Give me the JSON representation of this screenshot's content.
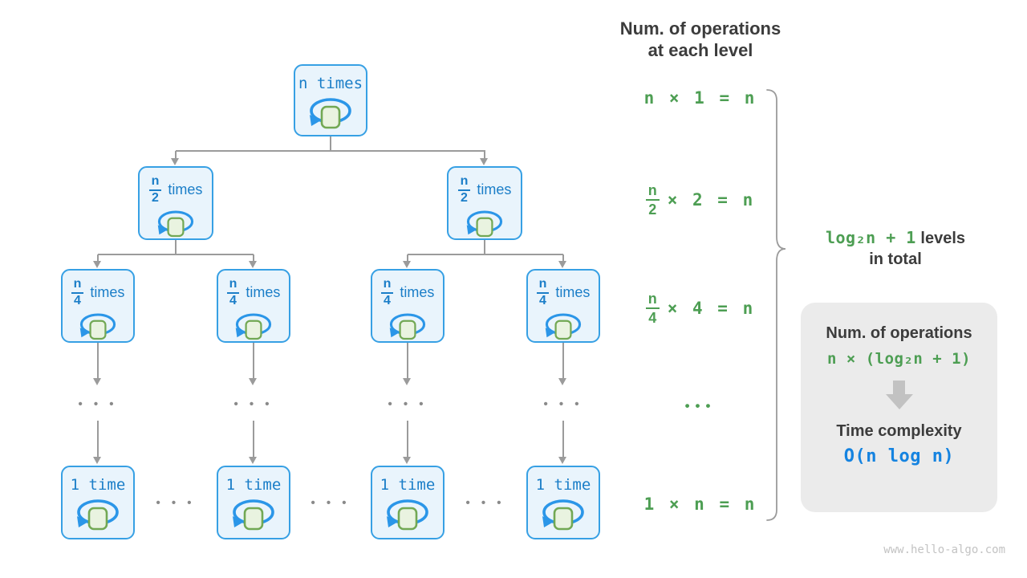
{
  "header": {
    "line1": "Num. of operations",
    "line2": "at each level"
  },
  "tree": {
    "root": {
      "label": "n times"
    },
    "half": {
      "num": "n",
      "den": "2",
      "suffix": "times"
    },
    "quarter": {
      "num": "n",
      "den": "4",
      "suffix": "times"
    },
    "leaf": {
      "label": "1 time"
    },
    "dots": "• • •"
  },
  "levels": [
    {
      "kind": "plain",
      "text": "n × 1 = n"
    },
    {
      "kind": "frac",
      "num": "n",
      "den": "2",
      "rest": "× 2 = n"
    },
    {
      "kind": "frac",
      "num": "n",
      "den": "4",
      "rest": "× 4 = n"
    },
    {
      "kind": "dots",
      "text": "•••"
    },
    {
      "kind": "plain",
      "text": "1 × n = n"
    }
  ],
  "brace_label": {
    "formula": "log₂n + 1",
    "suffix": " levels",
    "line2": "in total"
  },
  "summary": {
    "ops_title": "Num. of operations",
    "ops_formula": "n × (log₂n + 1)",
    "tc_title": "Time complexity",
    "tc_formula": "O(n log n)"
  },
  "watermark": "www.hello-algo.com",
  "colors": {
    "node_border": "#37a0e4",
    "node_fill": "#e9f4fc",
    "node_text": "#1b7ec8",
    "loop_blue": "#2b96e8",
    "square_fill": "#e9f3e0",
    "square_border": "#72a854",
    "green": "#4d9e53",
    "blue_formula": "#1583e0",
    "line_gray": "#9b9b9b",
    "box_gray": "#ebebeb"
  }
}
